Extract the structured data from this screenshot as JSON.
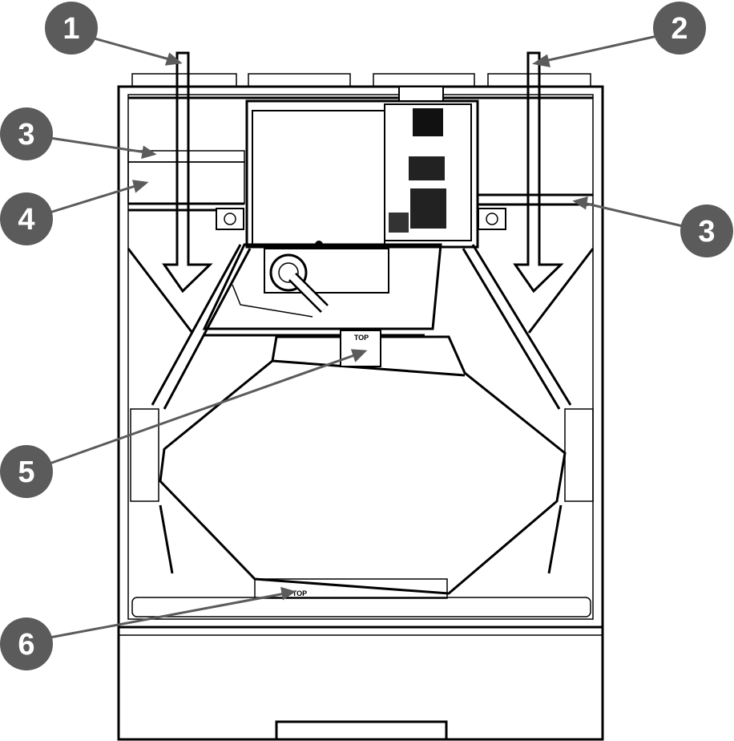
{
  "diagram": {
    "callout_color": "#5b5b5b",
    "callouts": [
      {
        "id": "c1",
        "label": "1"
      },
      {
        "id": "c2",
        "label": "2"
      },
      {
        "id": "c3a",
        "label": "3"
      },
      {
        "id": "c4",
        "label": "4"
      },
      {
        "id": "c3b",
        "label": "3"
      },
      {
        "id": "c5",
        "label": "5"
      },
      {
        "id": "c6",
        "label": "6"
      }
    ],
    "markings": {
      "core_top_upper": "TOP",
      "core_top_lower": "TOP"
    }
  }
}
